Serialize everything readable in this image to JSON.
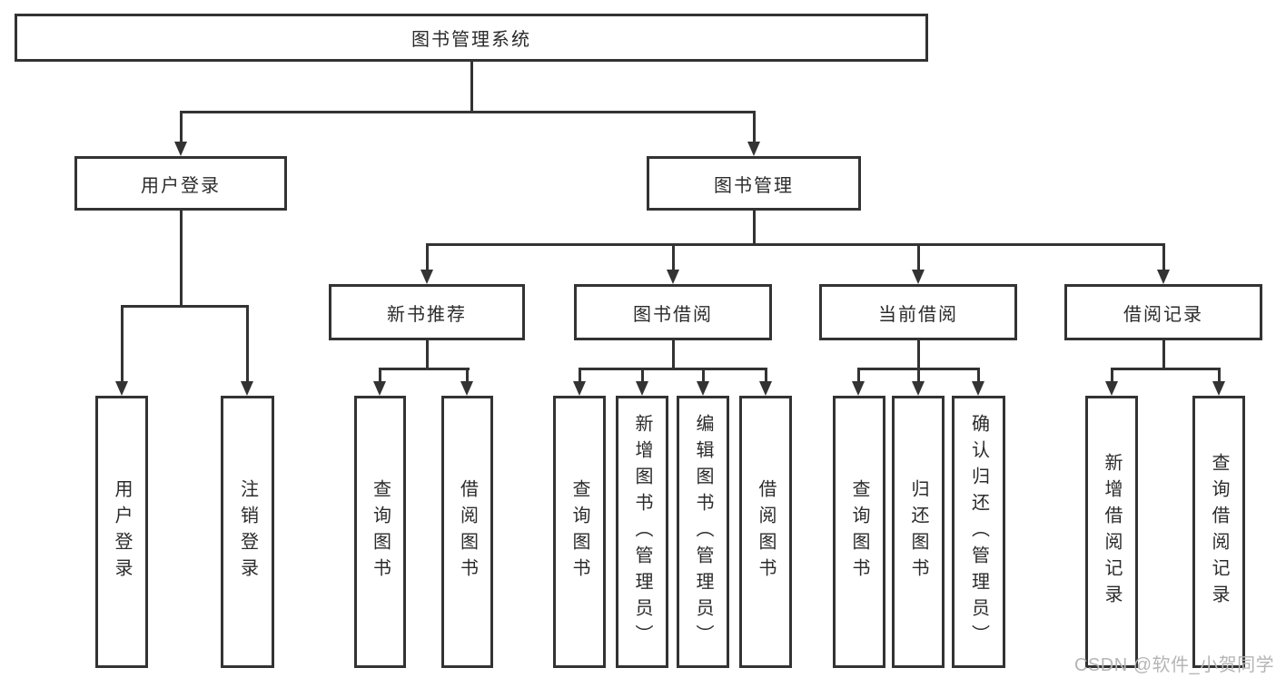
{
  "diagram": {
    "title": "图书管理系统",
    "root": {
      "label": "图书管理系统"
    },
    "level2": [
      {
        "label": "用户登录"
      },
      {
        "label": "图书管理"
      }
    ],
    "level3": [
      {
        "label": "新书推荐"
      },
      {
        "label": "图书借阅"
      },
      {
        "label": "当前借阅"
      },
      {
        "label": "借阅记录"
      }
    ],
    "leaves": [
      {
        "label": "用户登录"
      },
      {
        "label": "注销登录"
      },
      {
        "label": "查询图书"
      },
      {
        "label": "借阅图书"
      },
      {
        "label": "查询图书"
      },
      {
        "label": "新增图书（管理员）"
      },
      {
        "label": "编辑图书（管理员）"
      },
      {
        "label": "借阅图书"
      },
      {
        "label": "查询图书"
      },
      {
        "label": "归还图书"
      },
      {
        "label": "确认归还（管理员）"
      },
      {
        "label": "新增借阅记录"
      },
      {
        "label": "查询借阅记录"
      }
    ]
  },
  "watermark": {
    "text": "CSDN @软件_小贺同学"
  },
  "colors": {
    "line": "#333333",
    "text": "#2b2b2b",
    "watermark": "#b5b5b5",
    "background": "#ffffff"
  }
}
